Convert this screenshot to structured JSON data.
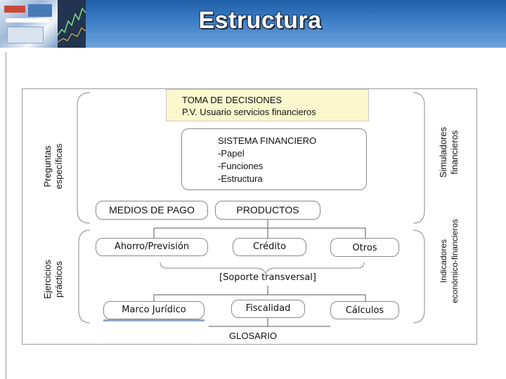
{
  "slide": {
    "title": "Estructura"
  },
  "diagram": {
    "toma": {
      "line1": "TOMA DE DECISIONES",
      "line2": "P.V. Usuario servicios financieros"
    },
    "sistema": {
      "title": "SISTEMA FINANCIERO",
      "items": [
        "-Papel",
        "-Funciones",
        "-Estructura"
      ]
    },
    "medios_pago": "MEDIOS DE PAGO",
    "productos": "PRODUCTOS",
    "ahorro": "Ahorro/Previsión",
    "credito": "Crédito",
    "otros": "Otros",
    "soporte": "[Soporte transversal]",
    "marco": "Marco Jurídico",
    "fiscalidad": "Fiscalidad",
    "calculos": "Cálculos",
    "glosario": "GLOSARIO",
    "side_left_top": [
      "Preguntas",
      "específicas"
    ],
    "side_left_bottom": [
      "Ejercicios",
      "prácticos"
    ],
    "side_right_top": [
      "Simuladores",
      "financieros"
    ],
    "side_right_bottom": [
      "Indicadores",
      "económico-financieros"
    ]
  },
  "colors": {
    "header": "#2f6fb8",
    "note_fill": "#fdf7cd",
    "underline": "#8fa6c8"
  }
}
